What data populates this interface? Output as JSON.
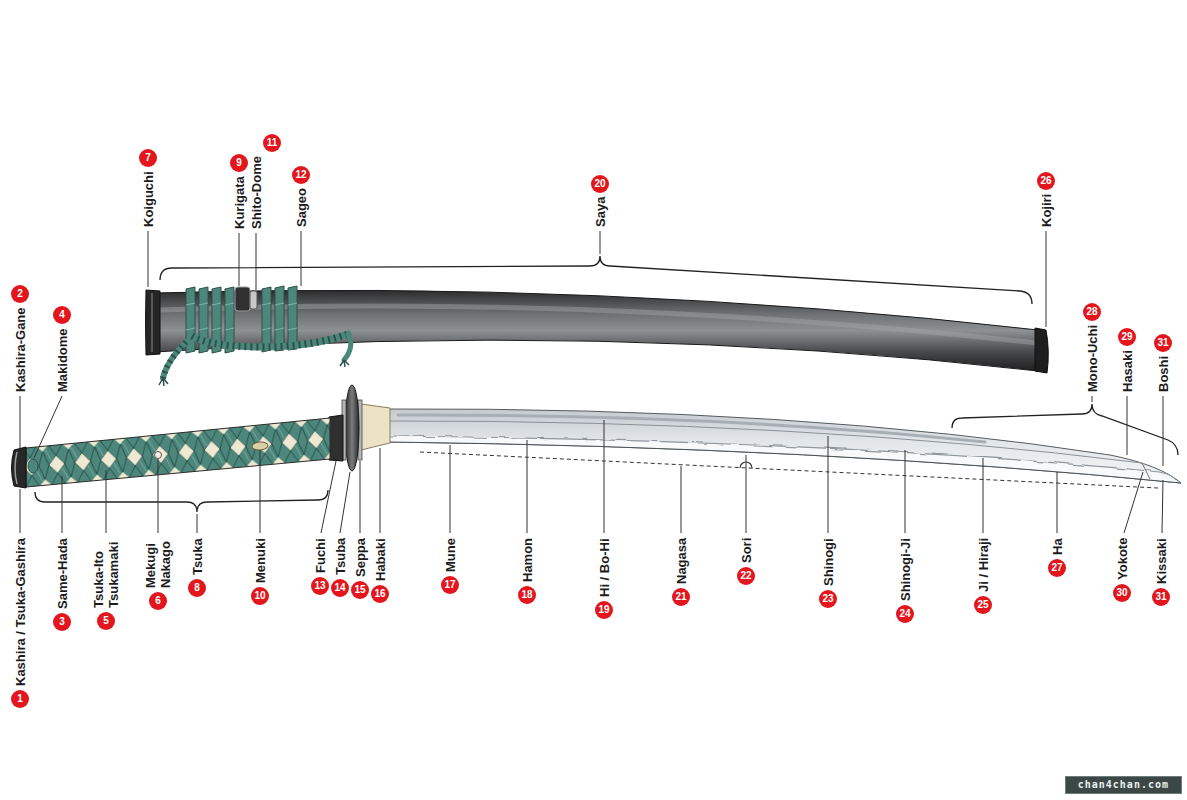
{
  "diagram": {
    "labels": [
      "7",
      "Koiguchi",
      "9",
      "Kurigata",
      "11",
      "Shito-Dome",
      "12",
      "Sageo",
      "20",
      "Saya",
      "26",
      "Kojiri",
      "2",
      "Kashira-Gane",
      "4",
      "Makidome",
      "28",
      "Mono-Uchi",
      "29",
      "Hasaki",
      "31",
      "Boshi",
      "Kashira / Tsuka-Gashira",
      "1",
      "Same-Hada",
      "3",
      "Tsuka-Ito Tsukamaki",
      "5",
      "Mekugi Nakago",
      "6",
      "Tsuka",
      "8",
      "Menuki",
      "10",
      "Fuchi",
      "13",
      "Tsuba",
      "14",
      "Seppa",
      "15",
      "Habaki",
      "16",
      "Mune",
      "17",
      "Hamon",
      "18",
      "Hi / Bo-Hi",
      "19",
      "Nagasa",
      "21",
      "Sori",
      "22",
      "Shinogi",
      "23",
      "Shinogi-Ji",
      "24",
      "Ji / Hiraji",
      "25",
      "Ha",
      "27",
      "Yokote",
      "30",
      "Kissaki",
      "31",
      "chan4chan.com"
    ]
  }
}
